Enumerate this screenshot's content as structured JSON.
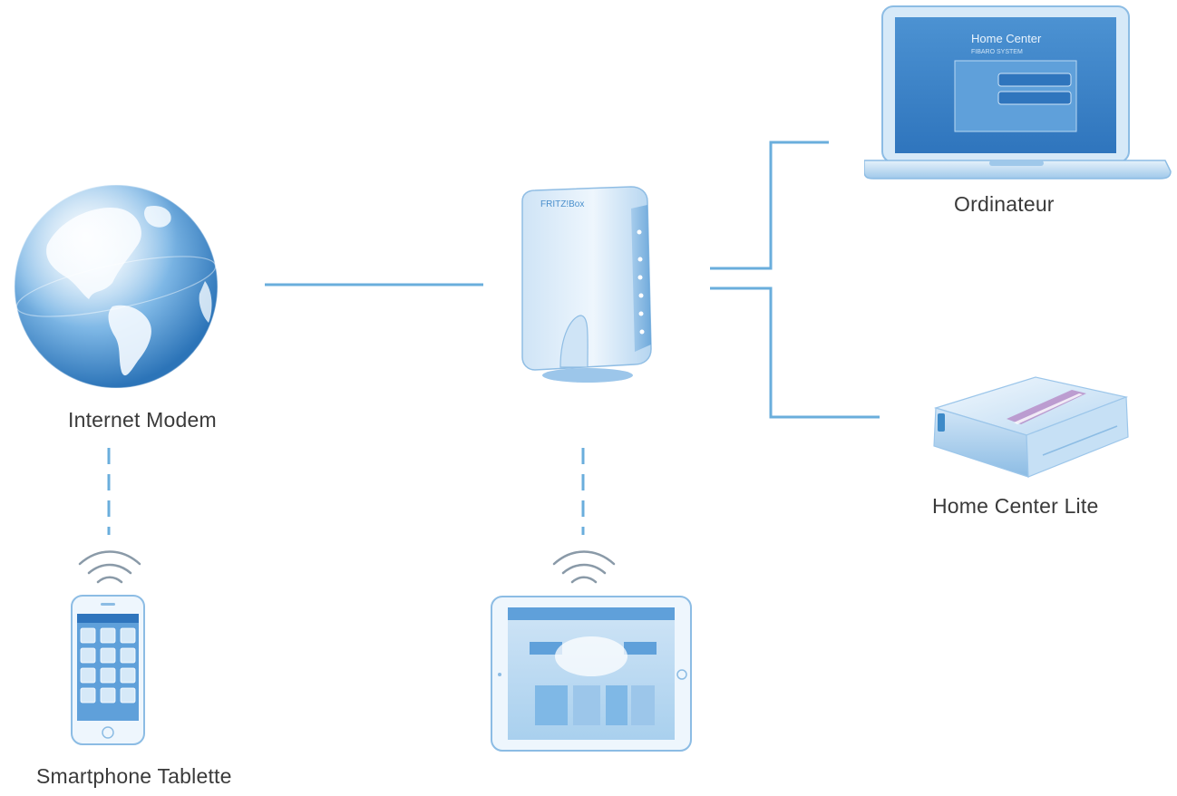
{
  "labels": {
    "internet": "Internet Modem",
    "computer": "Ordinateur",
    "home_center": "Home Center Lite",
    "smartphone": "Smartphone Tablette"
  },
  "laptop_screen": {
    "title": "Home Center",
    "subtitle": "FIBARO SYSTEM"
  },
  "router_brand": "FRITZ!Box",
  "colors": {
    "line": "#6aaedc",
    "device_light": "#e6f2fb",
    "device_mid": "#a9d0ee",
    "device_dark": "#3d8ac8",
    "text": "#3a3a3a"
  }
}
